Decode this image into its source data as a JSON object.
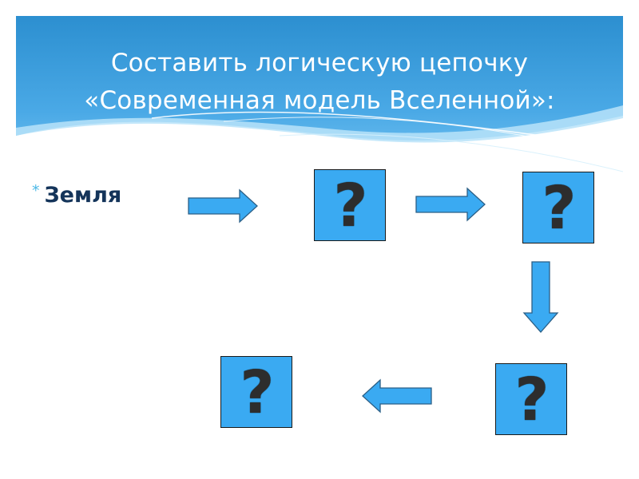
{
  "slide": {
    "title_lines": [
      "Составить логическую цепочку",
      "«Современная модель Вселенной»:"
    ],
    "bullet": {
      "symbol": "*",
      "text": "Земля"
    },
    "boxes": [
      {
        "label": "?"
      },
      {
        "label": "?"
      },
      {
        "label": "?"
      },
      {
        "label": "?"
      }
    ],
    "colors": {
      "header_top": "#2c8fd0",
      "header_bottom": "#62bdf0",
      "box_fill": "#3aaaf2",
      "arrow_fill": "#3aaaf2",
      "text_dark": "#14345a",
      "bullet_star": "#4bb8e6"
    },
    "arrow_directions": [
      "right",
      "right",
      "down",
      "left"
    ]
  }
}
